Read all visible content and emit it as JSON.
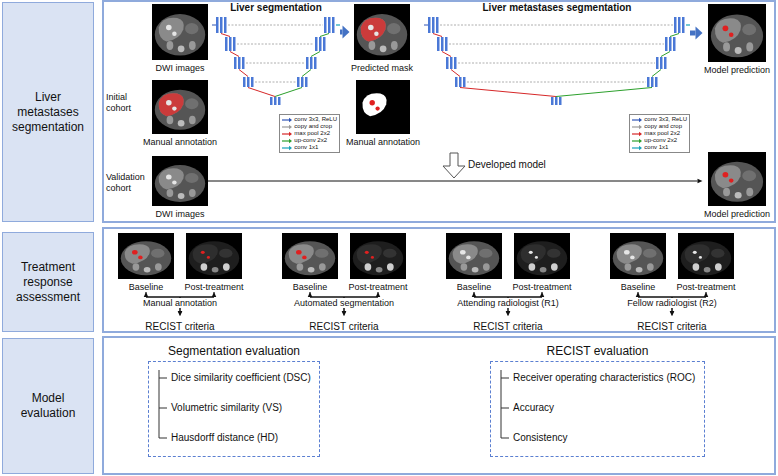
{
  "diagram": {
    "nodes": [
      {
        "text": [
          "Liver metastases segmentation"
        ]
      },
      {
        "text": [
          "Treatment response assessment"
        ]
      },
      {
        "text": [
          "Model evaluation"
        ]
      },
      {
        "text": [
          "DWI images"
        ]
      },
      {
        "text": [
          "Manual annotation"
        ]
      },
      {
        "text": [
          "Liver segmentation"
        ]
      },
      {
        "text": [
          "Predicted mask"
        ]
      },
      {
        "text": [
          "Manual annotation"
        ]
      },
      {
        "text": [
          "Liver metastases segmentation"
        ]
      },
      {
        "text": [
          "Model prediction"
        ]
      },
      {
        "text": [
          "DWI images"
        ]
      },
      {
        "text": [
          "Model prediction"
        ]
      },
      {
        "text": [
          "Baseline"
        ]
      },
      {
        "text": [
          "Post-treatment"
        ]
      },
      {
        "text": [
          "Baseline"
        ]
      },
      {
        "text": [
          "Post-treatment"
        ]
      },
      {
        "text": [
          "Baseline"
        ]
      },
      {
        "text": [
          "Post-treatment"
        ]
      },
      {
        "text": [
          "Baseline"
        ]
      },
      {
        "text": [
          "Post-treatment"
        ]
      },
      {
        "text": [
          "RECIST criteria"
        ]
      },
      {
        "text": [
          "RECIST criteria"
        ]
      },
      {
        "text": [
          "RECIST criteria"
        ]
      },
      {
        "text": [
          "RECIST criteria"
        ]
      },
      {
        "text": [
          "Segmentation evaluation",
          "Dice similarity coefficient (DSC)",
          "Volumetric similarity (VS)",
          "Hausdorff distance (HD)"
        ]
      },
      {
        "text": [
          "RECIST evaluation",
          "Receiver operating characteristics (ROC)",
          "Accuracy",
          "Consistency"
        ]
      }
    ],
    "edges": [
      {
        "from": 5,
        "to": 6,
        "arrow": "to"
      },
      {
        "from": 8,
        "to": 9,
        "arrow": "to"
      },
      {
        "from": 10,
        "to": 11,
        "arrow": "to"
      },
      {
        "from": 12,
        "to": 13,
        "arrow": "both",
        "label": "Manual annotation"
      },
      {
        "from": 12,
        "to": 20,
        "arrow": "to"
      },
      {
        "from": 13,
        "to": 20,
        "arrow": "to"
      },
      {
        "from": 14,
        "to": 15,
        "arrow": "both",
        "label": "Automated segmentation"
      },
      {
        "from": 14,
        "to": 21,
        "arrow": "to"
      },
      {
        "from": 15,
        "to": 21,
        "arrow": "to"
      },
      {
        "from": 16,
        "to": 17,
        "arrow": "both",
        "label": "Attending radiologist (R1)"
      },
      {
        "from": 16,
        "to": 22,
        "arrow": "to"
      },
      {
        "from": 17,
        "to": 22,
        "arrow": "to"
      },
      {
        "from": 18,
        "to": 19,
        "arrow": "both",
        "label": "Fellow radiologist (R2)"
      },
      {
        "from": 18,
        "to": 23,
        "arrow": "to"
      },
      {
        "from": 19,
        "to": 23,
        "arrow": "to"
      }
    ],
    "labels": [
      "Initial cohort",
      "Validation cohort",
      "Developed model"
    ],
    "legend": [
      {
        "text": "conv 3x3, ReLU"
      },
      {
        "text": "copy and crop"
      },
      {
        "text": "max pool 2x2"
      },
      {
        "text": "up-conv 2x2"
      },
      {
        "text": "conv 1x1"
      },
      {
        "text": "conv 3x3, ReLU"
      },
      {
        "text": "copy and crop"
      },
      {
        "text": "max pool 2x2"
      },
      {
        "text": "up-conv 2x2"
      },
      {
        "text": "conv 1x1"
      }
    ]
  }
}
